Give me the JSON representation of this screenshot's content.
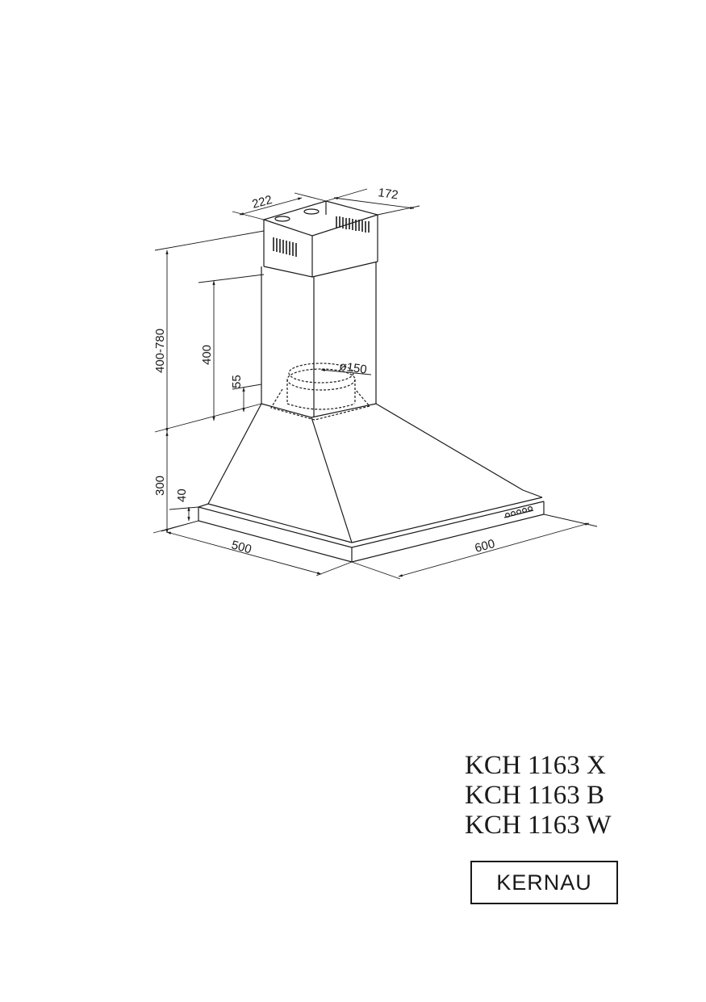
{
  "dimensions": {
    "chimney_width": "222",
    "chimney_depth": "172",
    "total_height": "400-780",
    "chimney_height": "400",
    "collar_height": "55",
    "outlet_diameter": "ø150",
    "hood_height": "300",
    "edge_height": "40",
    "depth": "500",
    "width": "600"
  },
  "models": [
    "KCH 1163 X",
    "KCH 1163 B",
    "KCH 1163 W"
  ],
  "brand": "KERNAU",
  "colors": {
    "ink": "#1a1a1a",
    "background": "#ffffff"
  }
}
